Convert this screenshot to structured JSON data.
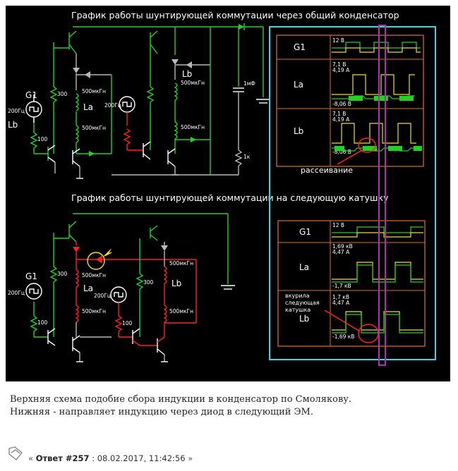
{
  "figure": {
    "top_title": "График работы шунтирующей коммутации через общий конденсатор",
    "bottom_title": "График работы шунтирующей коммутации на следующую катушку",
    "top_circuit": {
      "g1": "G1",
      "freq": "200Гц",
      "lb": "Lb",
      "la": "La",
      "r300a": "300",
      "r100": "100",
      "ind1": "500мкГн",
      "ind2": "500мкГн",
      "freq2": "200Гц",
      "lb2": "Lb",
      "ind3": "500мкГн",
      "ind4": "500мкГн",
      "cap": "1мФ",
      "r1": "1к"
    },
    "top_scope": {
      "rows": [
        {
          "label": "G1",
          "values": [
            "12 В"
          ]
        },
        {
          "label": "La",
          "values": [
            "7,1 В",
            "4,19 А",
            "-8,06 В"
          ]
        },
        {
          "label": "Lb",
          "values": [
            "7,1 В",
            "4,19 А",
            "-8,06 В"
          ]
        }
      ],
      "note": "рассеивание"
    },
    "bottom_circuit": {
      "g1": "G1",
      "freq": "200Гц",
      "la": "La",
      "lb": "Lb",
      "r300a": "300",
      "r100": "100",
      "ind1": "500мкГн",
      "ind2": "500мкГн",
      "freq2": "200Гц",
      "r300b": "300",
      "r100b": "100",
      "ind3": "500мкГн",
      "ind4": "500мкГн"
    },
    "bottom_scope": {
      "rows": [
        {
          "label": "G1",
          "values": [
            "12 В"
          ]
        },
        {
          "label": "La",
          "values": [
            "1,69 кВ",
            "4,47 А",
            "-1,7 кВ"
          ]
        },
        {
          "label": "Lb",
          "values": [
            "1,7 кВ",
            "4,47 А",
            "-1,69 кВ"
          ]
        }
      ],
      "note_lines": [
        "вкурила",
        "следующая",
        "катушка"
      ]
    }
  },
  "caption": {
    "line1": "Верхняя схема подобие сбора индукции в конденсатор по Смолякову.",
    "line2": "Нижняя - направляет индукцию через диод в следующий ЭМ."
  },
  "footer": {
    "open": "«",
    "answer": "Ответ #257",
    "date": "08.02.2017, 11:42:56",
    "close": "»"
  },
  "colors": {
    "wire": "#22d122",
    "red": "#ff2020",
    "gray": "#b8b8b8",
    "scope_frame": "#d8762c",
    "cyan": "#39d8e8",
    "magenta": "#b030b0",
    "yellow": "#f0e020"
  }
}
